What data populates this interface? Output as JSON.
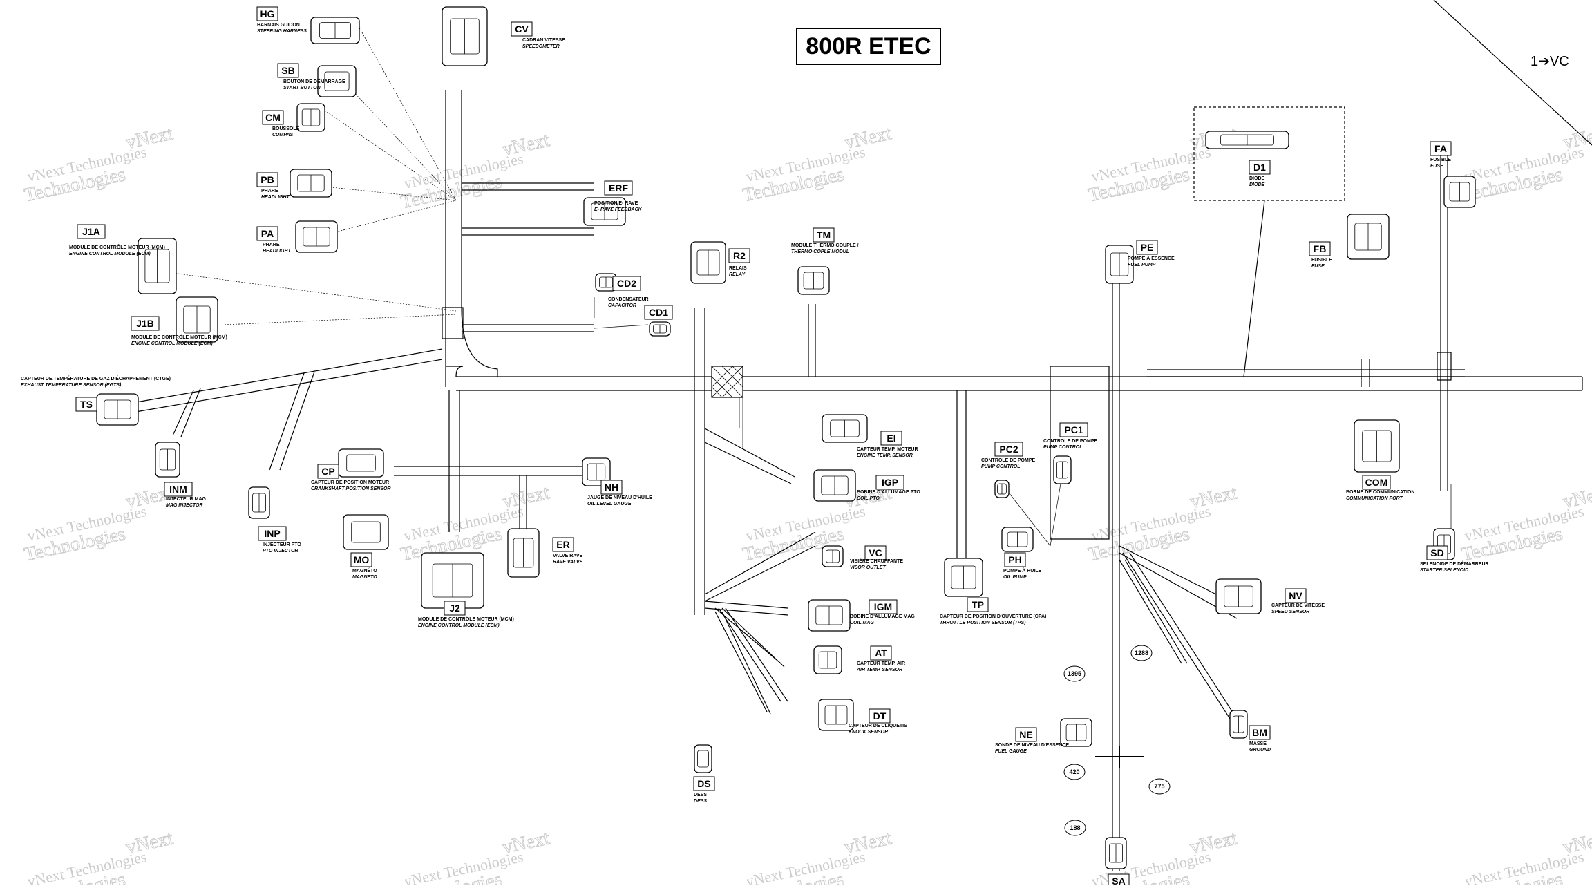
{
  "title": "800R ETEC",
  "arrow_ref": "1➔VC",
  "watermark": {
    "line1": "vNext Technologies",
    "line2": "Technologies",
    "tag": "vNext"
  },
  "connectors": [
    {
      "code": "HG",
      "fr": "HARNAIS GUIDON",
      "en": "STEERING HARNESS"
    },
    {
      "code": "CV",
      "fr": "CADRAN VITESSE",
      "en": "SPEEDOMETER"
    },
    {
      "code": "SB",
      "fr": "BOUTON DE DÉMARRAGE",
      "en": "START BUTTON"
    },
    {
      "code": "CM",
      "fr": "BOUSSOLE",
      "en": "COMPAS"
    },
    {
      "code": "PB",
      "fr": "PHARE",
      "en": "HEADLIGHT"
    },
    {
      "code": "PA",
      "fr": "PHARE",
      "en": "HEADLIGHT"
    },
    {
      "code": "J1A",
      "fr": "MODULE DE CONTRÔLE MOTEUR (MCM)",
      "en": "ENGINE CONTROL MODULE (ECM)"
    },
    {
      "code": "J1B",
      "fr": "MODULE DE CONTRÔLE MOTEUR (MCM)",
      "en": "ENGINE CONTROL MODULE (ECM)"
    },
    {
      "code": "TS",
      "fr": "CAPTEUR DE TEMPÉRATURE DE GAZ D'ÉCHAPPEMENT (CTGE)",
      "en": "EXHAUST TEMPERATURE SENSOR (EGTS)"
    },
    {
      "code": "INM",
      "fr": "INJECTEUR MAG",
      "en": "MAG INJECTOR"
    },
    {
      "code": "INP",
      "fr": "INJECTEUR PTO",
      "en": "PTO INJECTOR"
    },
    {
      "code": "CP",
      "fr": "CAPTEUR DE POSITION MOTEUR",
      "en": "CRANKSHAFT POSITION SENSOR"
    },
    {
      "code": "MO",
      "fr": "MAGNÉTO",
      "en": "MAGNETO"
    },
    {
      "code": "J2",
      "fr": "MODULE DE CONTRÔLE MOTEUR (MCM)",
      "en": "ENGINE CONTROL MODULE (ECM)"
    },
    {
      "code": "ER",
      "fr": "VALVE RAVE",
      "en": "RAVE VALVE"
    },
    {
      "code": "NH",
      "fr": "JAUGE DE NIVEAU D'HUILE",
      "en": "OIL LEVEL GAUGE"
    },
    {
      "code": "ERF",
      "fr": "POSITION E- RAVE",
      "en": "E- RAVE FEEDBACK"
    },
    {
      "code": "CD2",
      "fr": "CONDENSATEUR",
      "en": "CAPACITOR"
    },
    {
      "code": "CD1",
      "fr": "",
      "en": ""
    },
    {
      "code": "R2",
      "fr": "RELAIS",
      "en": "RELAY"
    },
    {
      "code": "TM",
      "fr": "MODULE THERMO COUPLE /",
      "en": "THERMO COPLE MODUL"
    },
    {
      "code": "EI",
      "fr": "CAPTEUR TEMP. MOTEUR",
      "en": "ENGINE TEMP. SENSOR"
    },
    {
      "code": "IGP",
      "fr": "BOBINE D'ALLUMAGE PTO",
      "en": "COIL PTO"
    },
    {
      "code": "VC",
      "fr": "VISIÈRE CHAUFFANTE",
      "en": "VISOR OUTLET"
    },
    {
      "code": "IGM",
      "fr": "BOBINE D'ALLUMAGE MAG",
      "en": "COIL MAG"
    },
    {
      "code": "AT",
      "fr": "CAPTEUR TEMP. AIR",
      "en": "AIR TEMP. SENSOR"
    },
    {
      "code": "DT",
      "fr": "CAPTEUR DE CLIQUETIS",
      "en": "KNOCK SENSOR"
    },
    {
      "code": "DS",
      "fr": "DESS",
      "en": "DESS"
    },
    {
      "code": "TP",
      "fr": "CAPTEUR DE POSITION D'OUVERTURE (CPA)",
      "en": "THROTTLE POSITION SENSOR (TPS)"
    },
    {
      "code": "PC2",
      "fr": "CONTROLE DE POMPE",
      "en": "PUMP CONTROL"
    },
    {
      "code": "PC1",
      "fr": "CONTROLE DE POMPE",
      "en": "PUMP CONTROL"
    },
    {
      "code": "PH",
      "fr": "POMPE À HUILE",
      "en": "OIL PUMP"
    },
    {
      "code": "PE",
      "fr": "POMPE À ESSENCE",
      "en": "FUEL PUMP"
    },
    {
      "code": "D1",
      "fr": "DIODE",
      "en": "DIODE"
    },
    {
      "code": "FA",
      "fr": "FUSIBLE",
      "en": "FUSE"
    },
    {
      "code": "FB",
      "fr": "FUSIBLE",
      "en": "FUSE"
    },
    {
      "code": "COM",
      "fr": "BORNE DE COMMUNICATION",
      "en": "COMMUNICATION PORT"
    },
    {
      "code": "SD",
      "fr": "SELENOIDE DE DÉMARREUR",
      "en": "STARTER SELENOID"
    },
    {
      "code": "NV",
      "fr": "CAPTEUR DE VITESSE",
      "en": "SPEED SENSOR"
    },
    {
      "code": "NE",
      "fr": "SONDE DE NIVEAU D'ESSENCE",
      "en": "FUEL GAUGE"
    },
    {
      "code": "BM",
      "fr": "MASSE",
      "en": "GROUND"
    },
    {
      "code": "SA",
      "fr": "",
      "en": ""
    }
  ],
  "dimensions": [
    "1395",
    "1288",
    "420",
    "775",
    "188"
  ]
}
